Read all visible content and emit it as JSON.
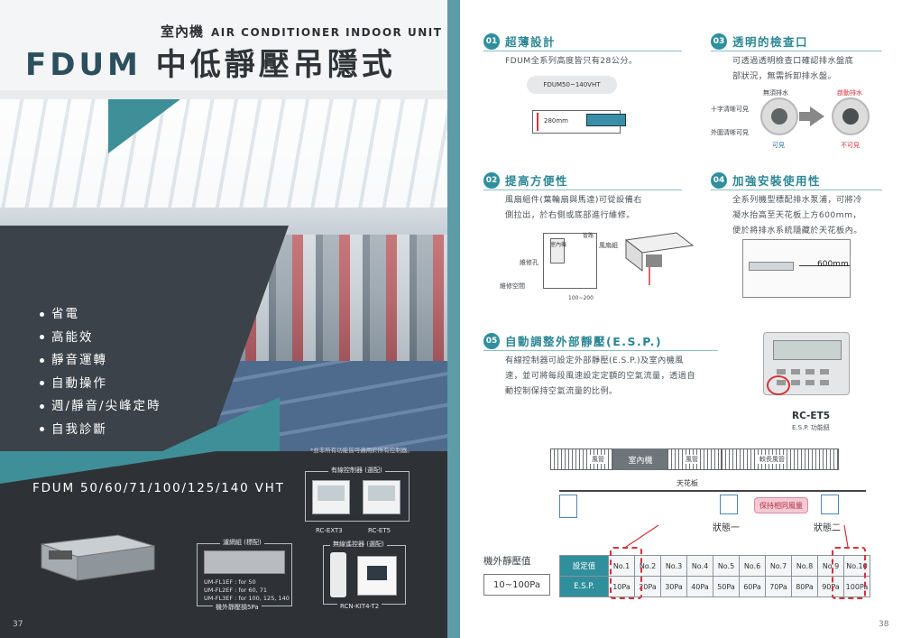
{
  "left": {
    "subtitle_zh": "室內機",
    "subtitle_en": "AIR CONDITIONER INDOOR UNIT",
    "title_model": "FDUM",
    "title_zh": "中低靜壓吊隱式",
    "features": [
      "省電",
      "高能效",
      "靜音運轉",
      "自動操作",
      "週/靜音/尖峰定時",
      "自我診斷"
    ],
    "model_line": "FDUM 50/60/71/100/125/140 VHT",
    "note": "*並非所有功能皆可適用於所有控制器。",
    "wired_controller_label": "有線控制器 (選配)",
    "controller_1": "RC-EXT3",
    "controller_2": "RC-ET5",
    "wireless_label": "無線遙控器 (選配)",
    "wireless_model": "RCN-KIT4-T2",
    "filter_label": "濾網組 (標配)",
    "filter_lines": [
      "UM-FL1EF : for 50",
      "UM-FL2EF : for 60, 71",
      "UM-FL3EF : for 100, 125, 140"
    ],
    "filter_footer": "機外靜壓損5Pa",
    "page_number": "37"
  },
  "right": {
    "sec1": {
      "num": "01",
      "title": "超薄設計",
      "body": "FDUM全系列高度皆只有28公分。",
      "tag": "FDUM50~140VHT",
      "dim": "280mm"
    },
    "sec3": {
      "num": "03",
      "title": "透明的檢查口",
      "body": [
        "可透過透明檢查口確認排水盤底",
        "部狀況，無需拆卸排水盤。"
      ],
      "no_drain": "無須排水",
      "start_drain": "啟動排水",
      "cross_visible": "十字清晰可見",
      "outside_visible": "外圍清晰可見",
      "visible": "可見",
      "invisible": "不可見"
    },
    "sec2": {
      "num": "02",
      "title": "提高方便性",
      "body": [
        "風扇組件(葉輪扇與馬達)可從設備右",
        "側拉出，於右側或底部進行維修。"
      ],
      "indoor": "室內機",
      "duct": "管路",
      "fan_group": "風扇組",
      "service_hole": "維修孔",
      "service_space": "維修空間",
      "dim": "100~200"
    },
    "sec4": {
      "num": "04",
      "title": "加強安裝使用性",
      "body": [
        "全系列機型標配排水泵浦，可將冷",
        "凝水抬高至天花板上方600mm，",
        "便於將排水系統隱藏於天花板內。"
      ],
      "dim": "600mm"
    },
    "sec5": {
      "num": "05",
      "title": "自動調整外部靜壓(E.S.P.)",
      "body": [
        "有線控制器可設定外部靜壓(E.S.P.)及室內機風",
        "速，並可將每段風速設定定額的空氣流量，透過自",
        "動控制保持空氣流量的比例。"
      ],
      "rc_model": "RC-ET5",
      "rc_func": "E.S.P. 功能鈕"
    },
    "diagram": {
      "duct": "風管",
      "indoor": "室內機",
      "duct2": "風管",
      "long_duct": "較長風管",
      "ceiling": "天花板",
      "keep_flow": "保持相同風量",
      "state1": "狀態一",
      "state2": "狀態二"
    },
    "esp": {
      "label": "機外靜壓值",
      "range": "10~100Pa",
      "row1_head": "設定值",
      "row2_head": "E.S.P.",
      "settings": [
        "No.1",
        "No.2",
        "No.3",
        "No.4",
        "No.5",
        "No.6",
        "No.7",
        "No.8",
        "No.9",
        "No.10"
      ],
      "values": [
        "10Pa",
        "20Pa",
        "30Pa",
        "40Pa",
        "50Pa",
        "60Pa",
        "70Pa",
        "80Pa",
        "90Pa",
        "100Pa"
      ]
    },
    "page_number": "38"
  }
}
